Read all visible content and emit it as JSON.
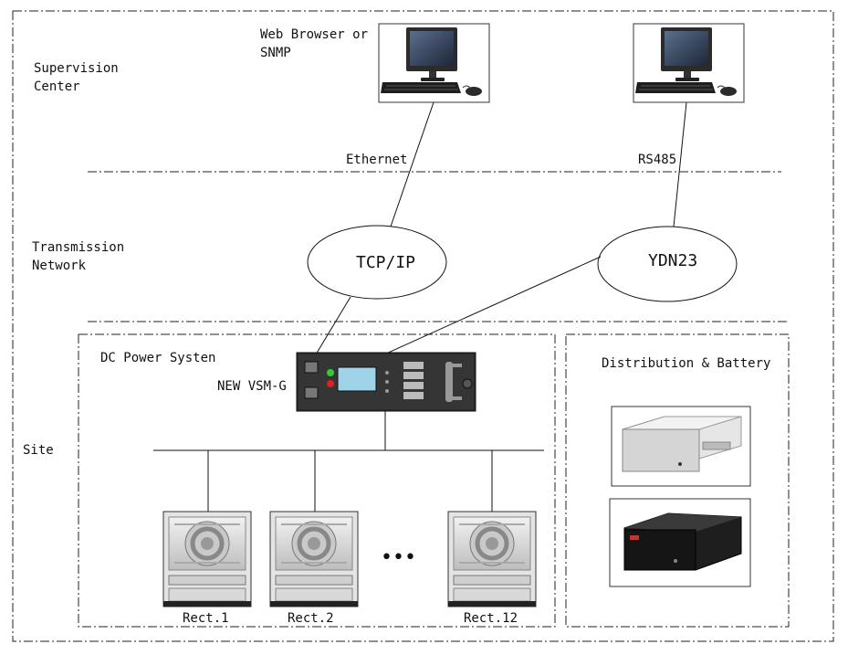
{
  "zones": {
    "supervision": {
      "label_line1": "Supervision",
      "label_line2": "Center"
    },
    "transmission": {
      "label_line1": "Transmission",
      "label_line2": "Network"
    },
    "site": {
      "label": "Site"
    }
  },
  "clients": {
    "web": {
      "label_line1": "Web Browser or",
      "label_line2": "SNMP"
    }
  },
  "links": {
    "ethernet": "Ethernet",
    "rs485": "RS485"
  },
  "networks": {
    "tcpip": "TCP/IP",
    "ydn23": "YDN23"
  },
  "dc_power": {
    "title": "DC Power Systen",
    "controller": "NEW VSM-G",
    "ellipsis": "•••",
    "rectifiers": [
      "Rect.1",
      "Rect.2",
      "Rect.12"
    ]
  },
  "distribution": {
    "title": "Distribution & Battery"
  }
}
